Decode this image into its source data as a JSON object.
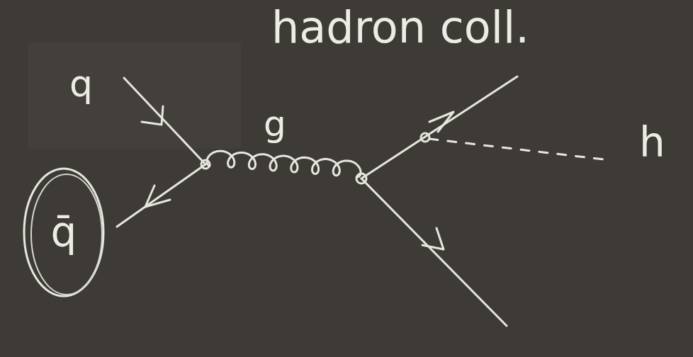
{
  "diagram": {
    "title": "hadron coll.",
    "nodes": [
      {
        "text": [
          "q̄"
        ]
      }
    ],
    "labels": [
      "q",
      "g",
      "h"
    ]
  }
}
